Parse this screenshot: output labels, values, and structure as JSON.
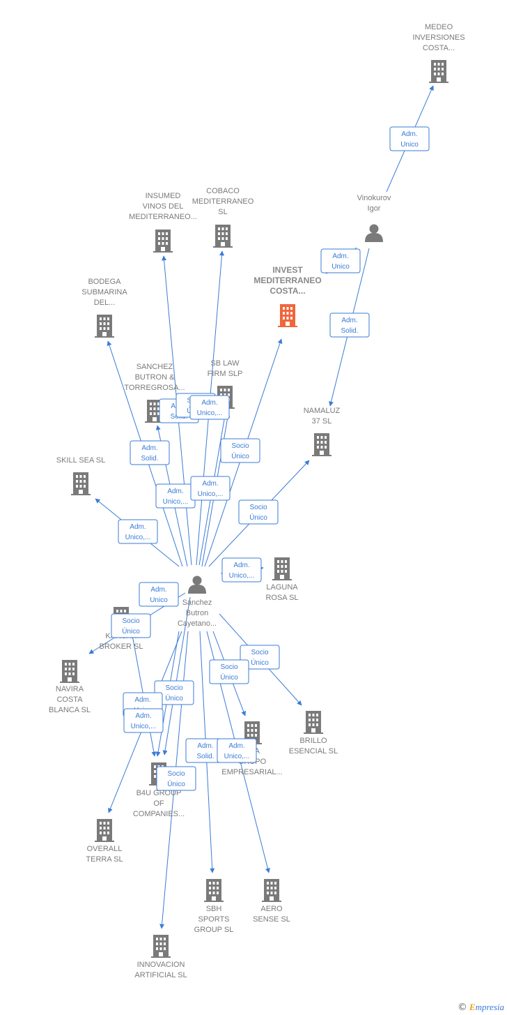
{
  "colors": {
    "edge": "#3a7bd5",
    "building": "#7a7a7a",
    "focus_building": "#f0663a",
    "person": "#7a7a7a",
    "label": "#7a7a7a"
  },
  "nodes": [
    {
      "id": "medeo",
      "kind": "company",
      "lines": [
        "MEDEO",
        "INVERSIONES",
        "COSTA..."
      ]
    },
    {
      "id": "vinokurov",
      "kind": "person",
      "lines": [
        "Vinokurov",
        "Igor"
      ]
    },
    {
      "id": "insumed",
      "kind": "company",
      "lines": [
        "INSUMED",
        "VINOS DEL",
        "MEDITERRANEO..."
      ]
    },
    {
      "id": "cobaco",
      "kind": "company",
      "lines": [
        "COBACO",
        "MEDITERRANEO",
        "SL"
      ]
    },
    {
      "id": "invest",
      "kind": "focus",
      "lines": [
        "INVEST",
        "MEDITERRANEO",
        "COSTA..."
      ]
    },
    {
      "id": "bodega",
      "kind": "company",
      "lines": [
        "BODEGA",
        "SUBMARINA",
        "DEL..."
      ]
    },
    {
      "id": "sanchezbt",
      "kind": "company",
      "lines": [
        "SANCHEZ",
        "BUTRON &",
        "TORREGROSA..."
      ]
    },
    {
      "id": "sblaw",
      "kind": "company",
      "lines": [
        "SB LAW",
        "FIRM  SLP"
      ]
    },
    {
      "id": "namaluz",
      "kind": "company",
      "lines": [
        "NAMALUZ",
        "37  SL"
      ]
    },
    {
      "id": "skillsea",
      "kind": "company",
      "lines": [
        "SKILL SEA  SL"
      ]
    },
    {
      "id": "laguna",
      "kind": "company",
      "lines": [
        "LAGUNA",
        "ROSA  SL"
      ]
    },
    {
      "id": "sanchez",
      "kind": "person",
      "lines": [
        "Sanchez",
        "Butron",
        "Cayetano..."
      ]
    },
    {
      "id": "karsan",
      "kind": "company",
      "lines": [
        "KARSAN",
        "BROKER SL"
      ]
    },
    {
      "id": "navira",
      "kind": "company",
      "lines": [
        "NAVIRA",
        "COSTA",
        "BLANCA  SL"
      ]
    },
    {
      "id": "brillo",
      "kind": "company",
      "lines": [
        "BRILLO",
        "ESENCIAL  SL"
      ]
    },
    {
      "id": "sba",
      "kind": "company",
      "lines": [
        "SBA",
        "GRUPO",
        "EMPRESARIAL..."
      ]
    },
    {
      "id": "b4u",
      "kind": "company",
      "lines": [
        "B4U GROUP",
        "OF",
        "COMPANIES..."
      ]
    },
    {
      "id": "overall",
      "kind": "company",
      "lines": [
        "OVERALL",
        "TERRA  SL"
      ]
    },
    {
      "id": "sbh",
      "kind": "company",
      "lines": [
        "SBH",
        "SPORTS",
        "GROUP  SL"
      ]
    },
    {
      "id": "aero",
      "kind": "company",
      "lines": [
        "AERO",
        "SENSE  SL"
      ]
    },
    {
      "id": "innovacion",
      "kind": "company",
      "lines": [
        "INNOVACION",
        "ARTIFICIAL  SL"
      ]
    }
  ],
  "edges": [
    {
      "id": "e-vin-medeo",
      "lines": [
        "Adm.",
        "Unico"
      ]
    },
    {
      "id": "e-vin-invest",
      "lines": [
        "Adm.",
        "Unico"
      ]
    },
    {
      "id": "e-vin-namaluz",
      "lines": [
        "Adm.",
        "Solid."
      ]
    },
    {
      "id": "e-s-insumed",
      "lines": [
        "Adm.",
        "Solid."
      ]
    },
    {
      "id": "e-s-cobaco",
      "lines": [
        "Socio",
        "Único"
      ]
    },
    {
      "id": "e-s-sblaw",
      "lines": [
        "Adm.",
        "Unico,..."
      ]
    },
    {
      "id": "e-s-bodega",
      "lines": [
        "Adm.",
        "Solid."
      ]
    },
    {
      "id": "e-s-sanchezbt",
      "lines": [
        "Adm.",
        "Unico,..."
      ]
    },
    {
      "id": "e-s-sblaw2",
      "lines": [
        "Adm.",
        "Unico,..."
      ]
    },
    {
      "id": "e-s-invest",
      "lines": [
        "Socio",
        "Único"
      ]
    },
    {
      "id": "e-s-namaluz",
      "lines": [
        "Socio",
        "Único"
      ]
    },
    {
      "id": "e-s-skill",
      "lines": [
        "Adm.",
        "Unico,..."
      ]
    },
    {
      "id": "e-s-laguna",
      "lines": [
        "Adm.",
        "Unico,..."
      ]
    },
    {
      "id": "e-s-karsan",
      "lines": [
        "Adm.",
        "Unico"
      ]
    },
    {
      "id": "e-s-navira",
      "lines": [
        "Socio",
        "Único"
      ]
    },
    {
      "id": "e-s-brillo",
      "lines": [
        "Socio",
        "Único"
      ]
    },
    {
      "id": "e-s-sba",
      "lines": [
        "Socio",
        "Único"
      ]
    },
    {
      "id": "e-s-b4u",
      "lines": [
        "Socio",
        "Único"
      ]
    },
    {
      "id": "e-s-b4u2",
      "lines": [
        "Adm.",
        "Unico"
      ]
    },
    {
      "id": "e-s-overall",
      "lines": [
        "Adm.",
        "Unico,..."
      ]
    },
    {
      "id": "e-s-sbh",
      "lines": [
        "Adm.",
        "Solid."
      ]
    },
    {
      "id": "e-s-aero",
      "lines": [
        "Adm.",
        "Unico,..."
      ]
    },
    {
      "id": "e-s-innov",
      "lines": [
        "Socio",
        "Único"
      ]
    }
  ],
  "footer": {
    "copyright": "©",
    "brand_first": "E",
    "brand_rest": "mpresia"
  }
}
